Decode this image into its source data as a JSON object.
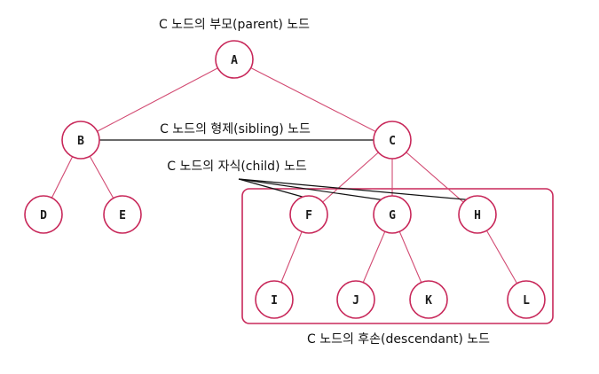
{
  "annotations": {
    "parent": "C 노드의 부모(parent) 노드",
    "sibling": "C 노드의 형제(sibling) 노드",
    "child": "C 노드의 자식(child) 노드",
    "descendant": "C 노드의 후손(descendant) 노드"
  },
  "nodes": {
    "A": "A",
    "B": "B",
    "C": "C",
    "D": "D",
    "E": "E",
    "F": "F",
    "G": "G",
    "H": "H",
    "I": "I",
    "J": "J",
    "K": "K",
    "L": "L"
  },
  "colors": {
    "node_stroke": "#c8285a",
    "edge": "#d24a72",
    "annotation_line": "#111111"
  }
}
